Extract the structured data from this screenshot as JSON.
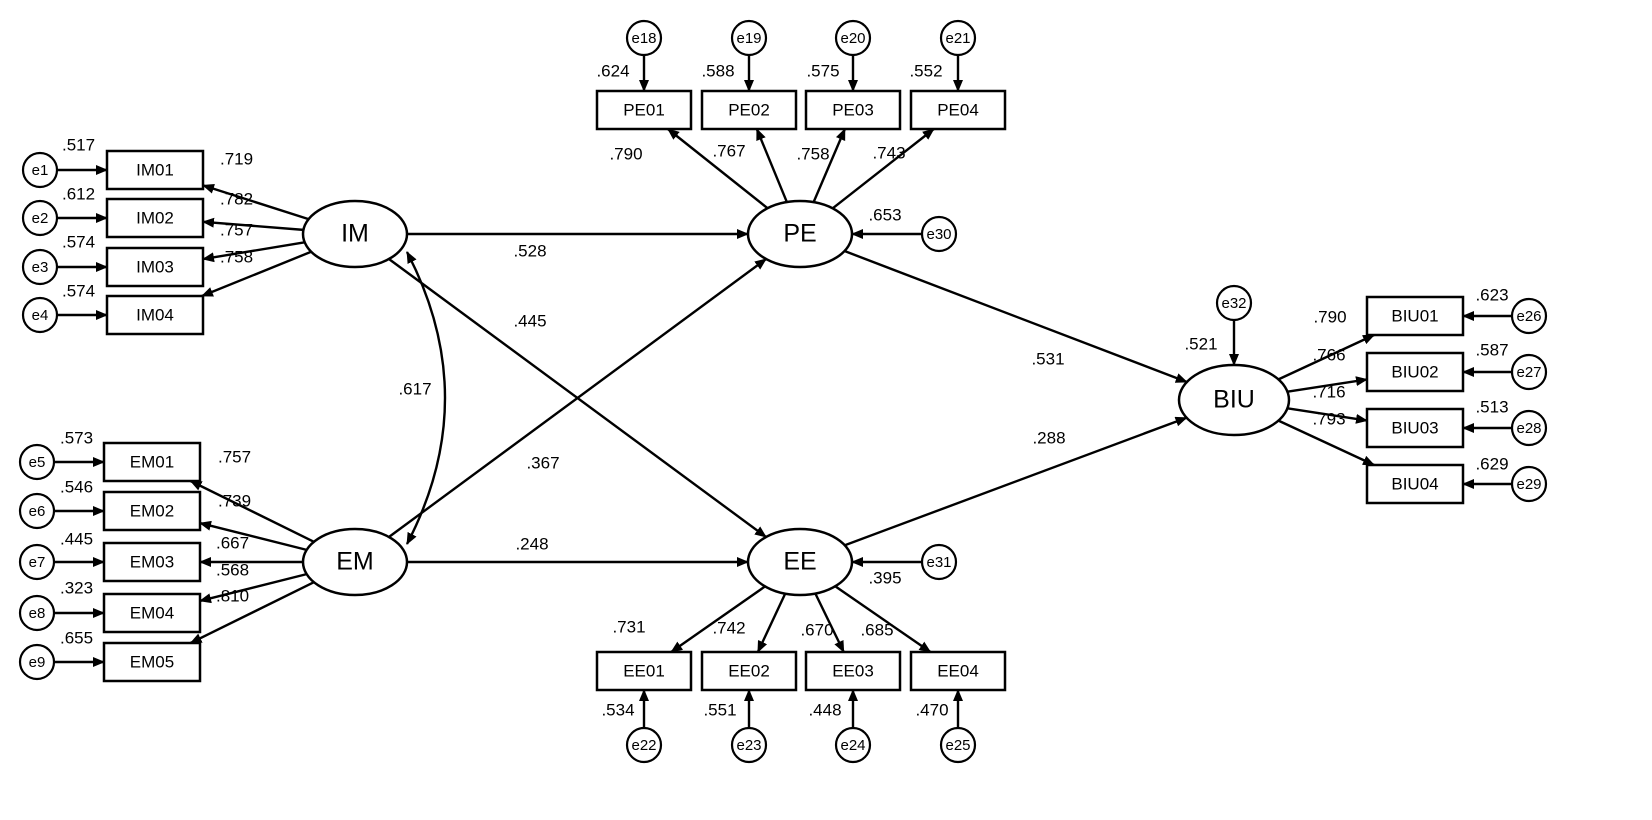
{
  "latents": [
    {
      "id": "IM",
      "label": "IM"
    },
    {
      "id": "EM",
      "label": "EM"
    },
    {
      "id": "PE",
      "label": "PE"
    },
    {
      "id": "EE",
      "label": "EE"
    },
    {
      "id": "BIU",
      "label": "BIU"
    }
  ],
  "indicators": [
    {
      "label": "IM01",
      "latent": "IM",
      "loading": ".719",
      "error": "e1",
      "r2": ".517"
    },
    {
      "label": "IM02",
      "latent": "IM",
      "loading": ".782",
      "error": "e2",
      "r2": ".612"
    },
    {
      "label": "IM03",
      "latent": "IM",
      "loading": ".757",
      "error": "e3",
      "r2": ".574"
    },
    {
      "label": "IM04",
      "latent": "IM",
      "loading": ".758",
      "error": "e4",
      "r2": ".574"
    },
    {
      "label": "EM01",
      "latent": "EM",
      "loading": ".757",
      "error": "e5",
      "r2": ".573"
    },
    {
      "label": "EM02",
      "latent": "EM",
      "loading": ".739",
      "error": "e6",
      "r2": ".546"
    },
    {
      "label": "EM03",
      "latent": "EM",
      "loading": ".667",
      "error": "e7",
      "r2": ".445"
    },
    {
      "label": "EM04",
      "latent": "EM",
      "loading": ".568",
      "error": "e8",
      "r2": ".323"
    },
    {
      "label": "EM05",
      "latent": "EM",
      "loading": ".810",
      "error": "e9",
      "r2": ".655"
    },
    {
      "label": "PE01",
      "latent": "PE",
      "loading": ".790",
      "error": "e18",
      "r2": ".624"
    },
    {
      "label": "PE02",
      "latent": "PE",
      "loading": ".767",
      "error": "e19",
      "r2": ".588"
    },
    {
      "label": "PE03",
      "latent": "PE",
      "loading": ".758",
      "error": "e20",
      "r2": ".575"
    },
    {
      "label": "PE04",
      "latent": "PE",
      "loading": ".743",
      "error": "e21",
      "r2": ".552"
    },
    {
      "label": "EE01",
      "latent": "EE",
      "loading": ".731",
      "error": "e22",
      "r2": ".534"
    },
    {
      "label": "EE02",
      "latent": "EE",
      "loading": ".742",
      "error": "e23",
      "r2": ".551"
    },
    {
      "label": "EE03",
      "latent": "EE",
      "loading": ".670",
      "error": "e24",
      "r2": ".448"
    },
    {
      "label": "EE04",
      "latent": "EE",
      "loading": ".685",
      "error": "e25",
      "r2": ".470"
    },
    {
      "label": "BIU01",
      "latent": "BIU",
      "loading": ".790",
      "error": "e26",
      "r2": ".623"
    },
    {
      "label": "BIU02",
      "latent": "BIU",
      "loading": ".766",
      "error": "e27",
      "r2": ".587"
    },
    {
      "label": "BIU03",
      "latent": "BIU",
      "loading": ".716",
      "error": "e28",
      "r2": ".513"
    },
    {
      "label": "BIU04",
      "latent": "BIU",
      "loading": ".793",
      "error": "e29",
      "r2": ".629"
    }
  ],
  "structural": [
    {
      "from": "IM",
      "to": "PE",
      "value": ".528"
    },
    {
      "from": "IM",
      "to": "EE",
      "value": ".445"
    },
    {
      "from": "EM",
      "to": "PE",
      "value": ".367"
    },
    {
      "from": "EM",
      "to": "EE",
      "value": ".248"
    },
    {
      "from": "PE",
      "to": "BIU",
      "value": ".531"
    },
    {
      "from": "EE",
      "to": "BIU",
      "value": ".288"
    }
  ],
  "covariances": [
    {
      "a": "IM",
      "b": "EM",
      "value": ".617"
    }
  ],
  "disturbances": [
    {
      "label": "e30",
      "latent": "PE",
      "r2": ".653"
    },
    {
      "label": "e31",
      "latent": "EE",
      "r2": ".395"
    },
    {
      "label": "e32",
      "latent": "BIU",
      "r2": ".521"
    }
  ],
  "colors": {
    "stroke": "#000000",
    "fill": "#ffffff",
    "text": "#000000"
  }
}
